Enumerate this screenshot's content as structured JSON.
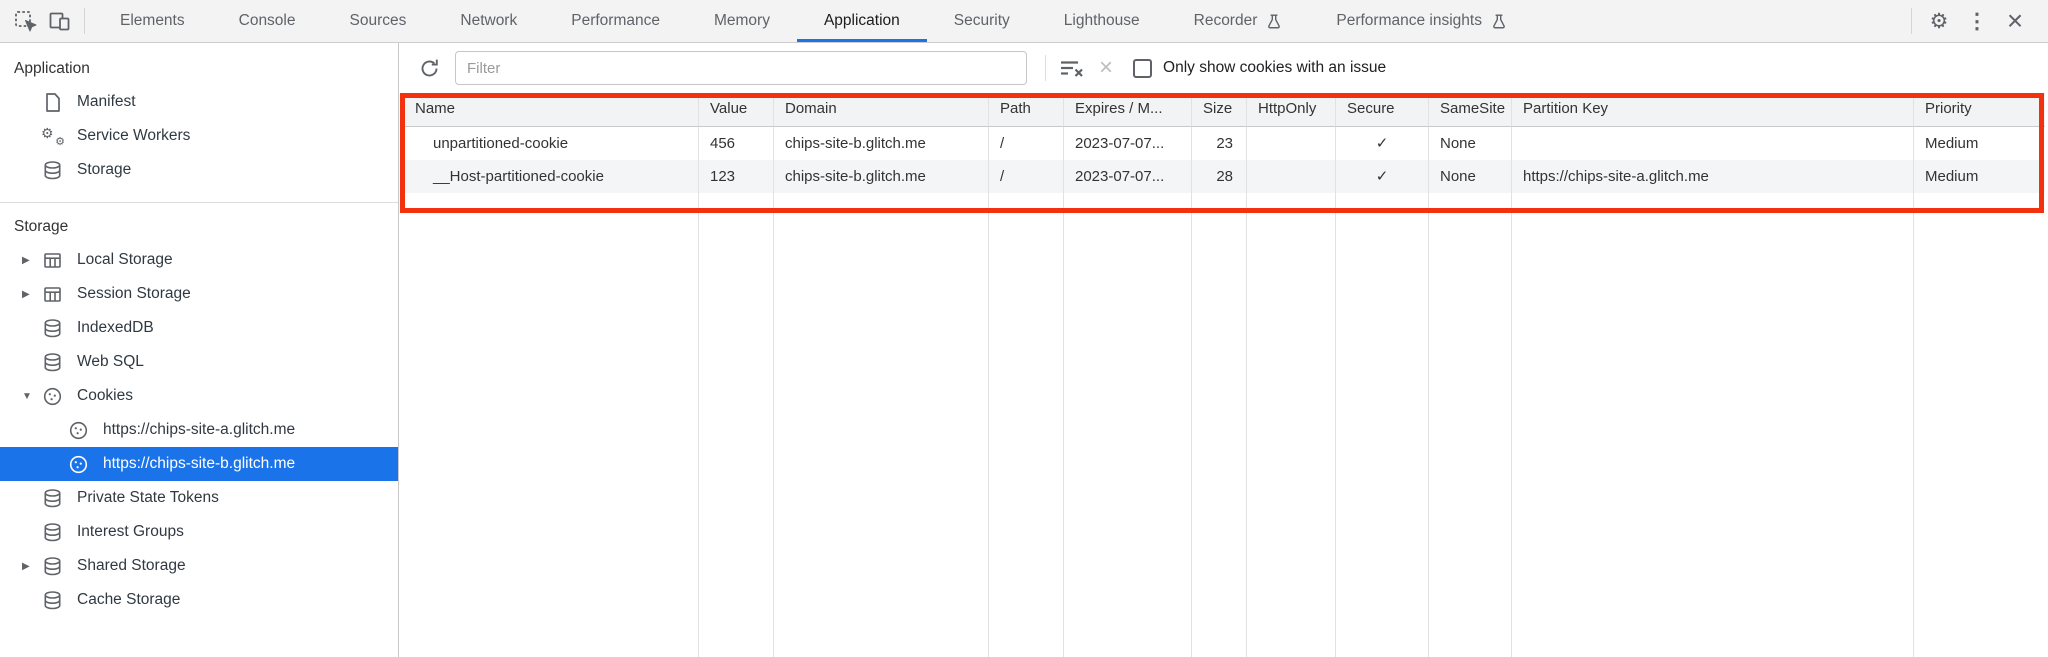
{
  "colors": {
    "accent": "#1a73e8",
    "highlight_red": "#f3310e",
    "toolbar_bg": "#f3f3f3"
  },
  "icons": {
    "expander_collapsed": "▶",
    "expander_expanded": "▼",
    "gear": "⚙",
    "kebab": "⋮",
    "close": "×",
    "clear_x": "×",
    "service_worker_gear": "⚙"
  },
  "toolbar": {
    "tabs": [
      {
        "label": "Elements"
      },
      {
        "label": "Console"
      },
      {
        "label": "Sources"
      },
      {
        "label": "Network"
      },
      {
        "label": "Performance"
      },
      {
        "label": "Memory"
      },
      {
        "label": "Application",
        "selected": true
      },
      {
        "label": "Security"
      },
      {
        "label": "Lighthouse"
      },
      {
        "label": "Recorder",
        "experimental": true
      },
      {
        "label": "Performance insights",
        "experimental": true
      }
    ]
  },
  "sidebar": {
    "sections": [
      {
        "title": "Application",
        "items": [
          {
            "label": "Manifest",
            "icon": "file-icon"
          },
          {
            "label": "Service Workers",
            "icon": "service-workers-icon"
          },
          {
            "label": "Storage",
            "icon": "database-icon"
          }
        ]
      },
      {
        "title": "Storage",
        "items": [
          {
            "label": "Local Storage",
            "icon": "table-icon",
            "expander": "collapsed"
          },
          {
            "label": "Session Storage",
            "icon": "table-icon",
            "expander": "collapsed"
          },
          {
            "label": "IndexedDB",
            "icon": "database-icon"
          },
          {
            "label": "Web SQL",
            "icon": "database-icon"
          },
          {
            "label": "Cookies",
            "icon": "cookie-icon",
            "expander": "expanded"
          },
          {
            "label": "https://chips-site-a.glitch.me",
            "icon": "cookie-icon",
            "sub": true
          },
          {
            "label": "https://chips-site-b.glitch.me",
            "icon": "cookie-icon",
            "sub": true,
            "selected": true
          },
          {
            "label": "Private State Tokens",
            "icon": "database-icon"
          },
          {
            "label": "Interest Groups",
            "icon": "database-icon"
          },
          {
            "label": "Shared Storage",
            "icon": "database-icon",
            "expander": "collapsed"
          },
          {
            "label": "Cache Storage",
            "icon": "database-icon"
          }
        ]
      }
    ]
  },
  "cookie_panel": {
    "filter_placeholder": "Filter",
    "filter_value": "",
    "checkbox_label": "Only show cookies with an issue",
    "checkbox_checked": false,
    "table": {
      "columns": [
        "Name",
        "Value",
        "Domain",
        "Path",
        "Expires / M...",
        "Size",
        "HttpOnly",
        "Secure",
        "SameSite",
        "Partition Key",
        "Priority"
      ],
      "rows": [
        {
          "name": "unpartitioned-cookie",
          "value": "456",
          "domain": "chips-site-b.glitch.me",
          "path": "/",
          "expires": "2023-07-07...",
          "size": "23",
          "http_only": "",
          "secure": "✓",
          "same_site": "None",
          "partition_key": "",
          "priority": "Medium"
        },
        {
          "name": "__Host-partitioned-cookie",
          "value": "123",
          "domain": "chips-site-b.glitch.me",
          "path": "/",
          "expires": "2023-07-07...",
          "size": "28",
          "http_only": "",
          "secure": "✓",
          "same_site": "None",
          "partition_key": "https://chips-site-a.glitch.me",
          "priority": "Medium"
        }
      ]
    }
  }
}
